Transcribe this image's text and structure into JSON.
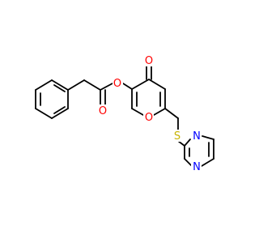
{
  "colors": {
    "background": "#ffffff",
    "bond": "#000000",
    "oxygen": "#ff0000",
    "nitrogen": "#0000ff",
    "sulfur": "#c8b400"
  },
  "atoms": {
    "o_ketone": "O",
    "o_ester": "O",
    "o_carbonyl": "O",
    "o_ring": "O",
    "s_thioether": "S",
    "n_pyrimidine_1": "N",
    "n_pyrimidine_2": "N"
  }
}
